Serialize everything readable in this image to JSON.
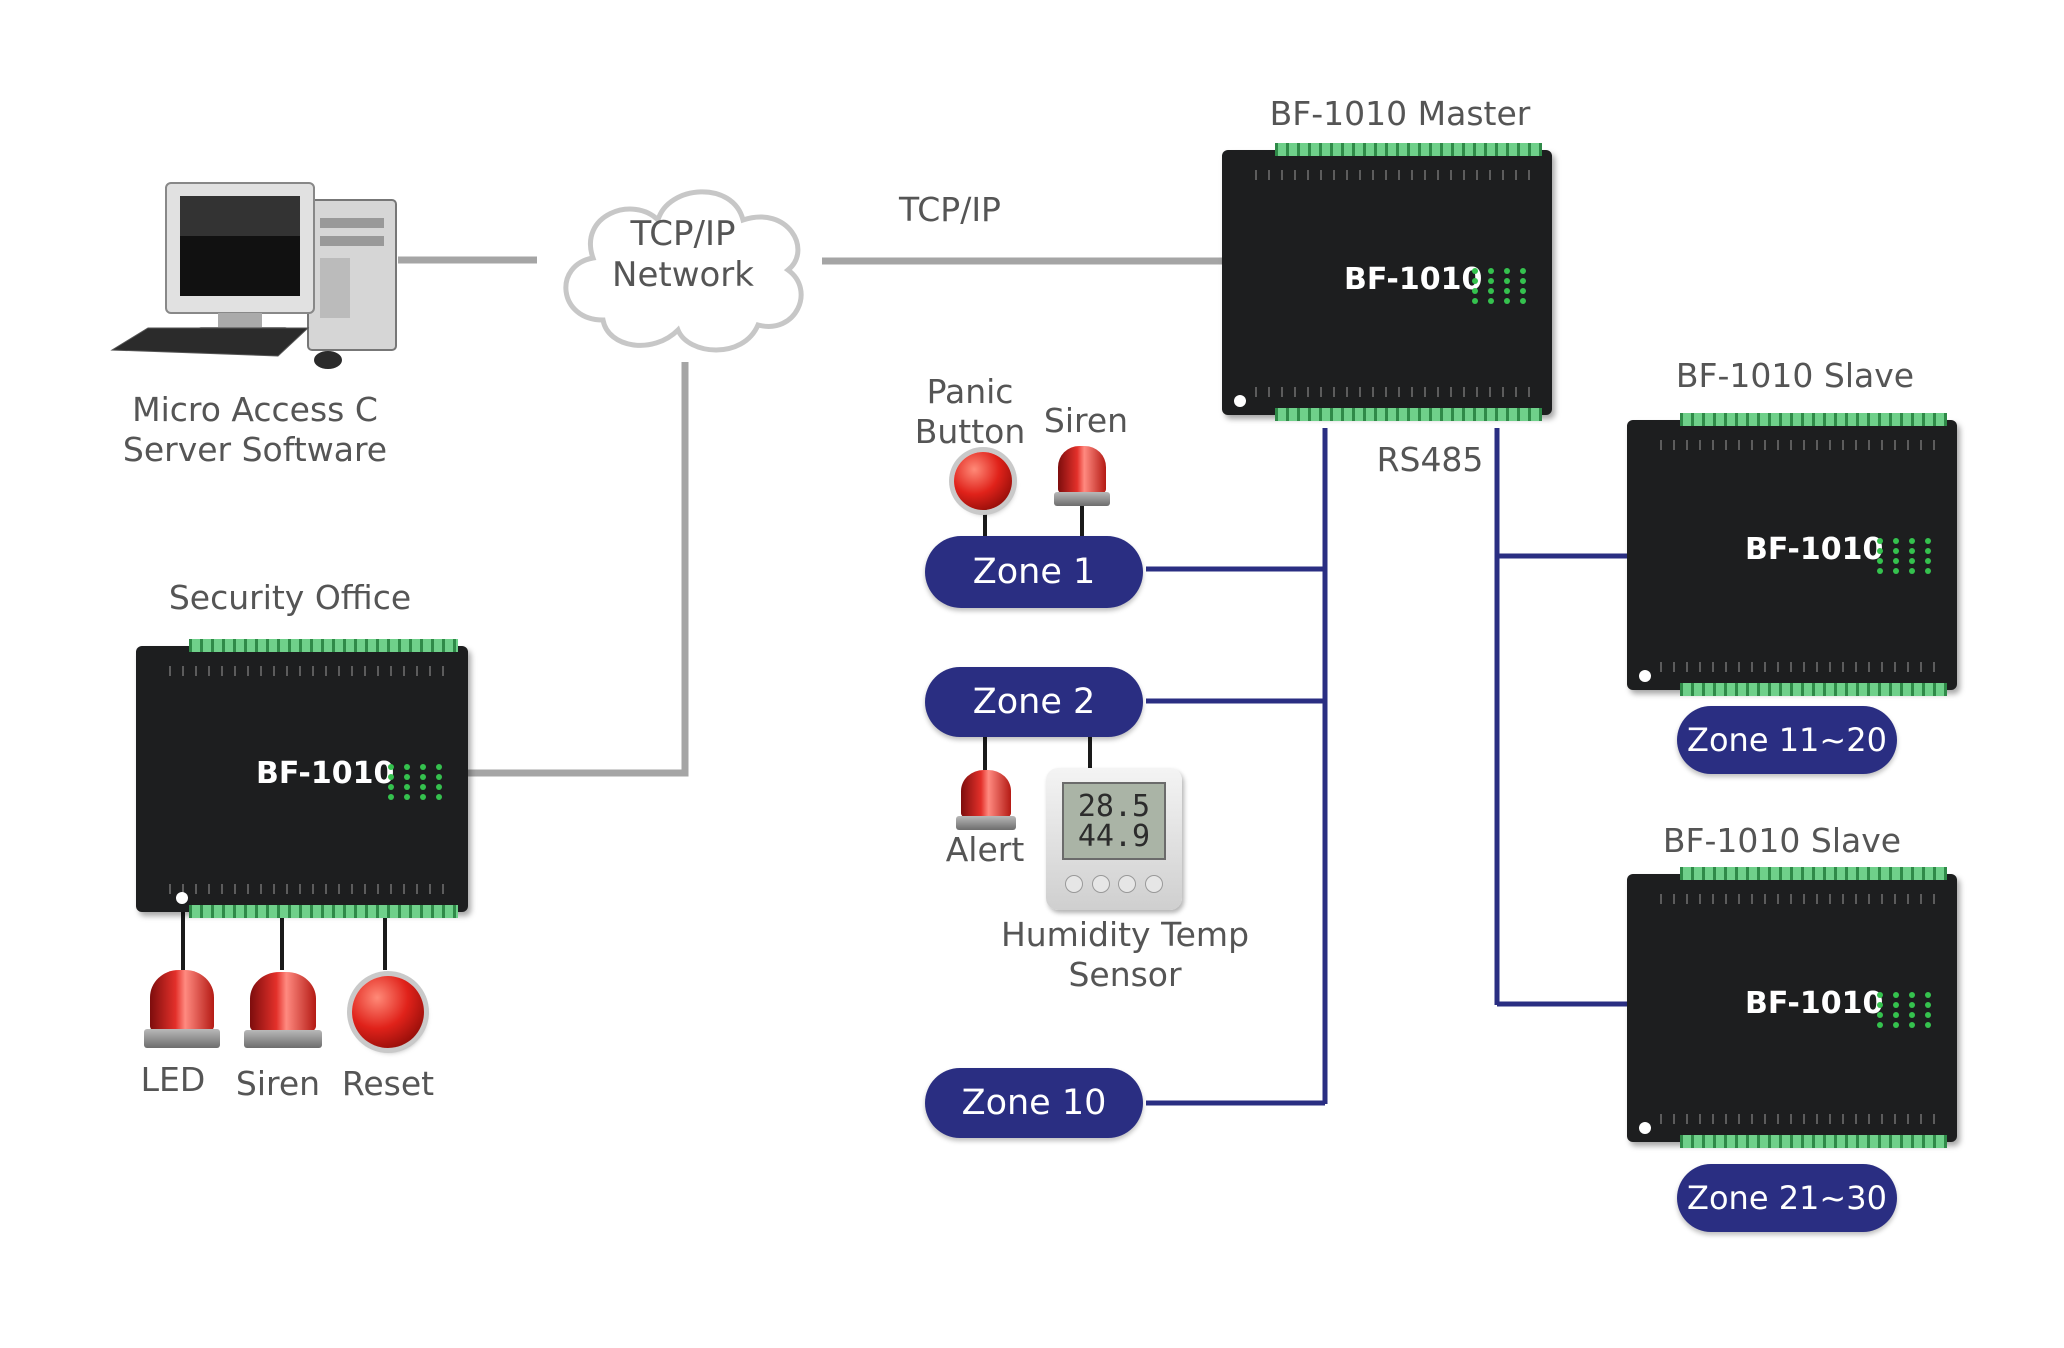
{
  "labels": {
    "pc": "Micro Access C\nServer Software",
    "cloud": "TCP/IP\nNetwork",
    "tcpip_link": "TCP/IP",
    "master": "BF-1010 Master",
    "rs485": "RS485",
    "slave1": "BF-1010 Slave",
    "slave2": "BF-1010 Slave",
    "security_office": "Security Office",
    "panic_button": "Panic\nButton",
    "siren_zone1": "Siren",
    "alert": "Alert",
    "humidity_sensor": "Humidity Temp\nSensor",
    "led": "LED",
    "siren_office": "Siren",
    "reset": "Reset"
  },
  "zones": {
    "zone1": "Zone 1",
    "zone2": "Zone 2",
    "zone10": "Zone 10",
    "zone11_20": "Zone 11~20",
    "zone21_30": "Zone 21~30"
  },
  "device_brand": "BF-1010",
  "sensor_display": "28.5\n44.9",
  "colors": {
    "zone_pill": "#2a2e82",
    "rs485_line": "#2a2e82",
    "network_line": "#a5a5a5",
    "label_text": "#555555",
    "device_body": "#1d1e1f",
    "terminal_green": "#5dba73"
  }
}
